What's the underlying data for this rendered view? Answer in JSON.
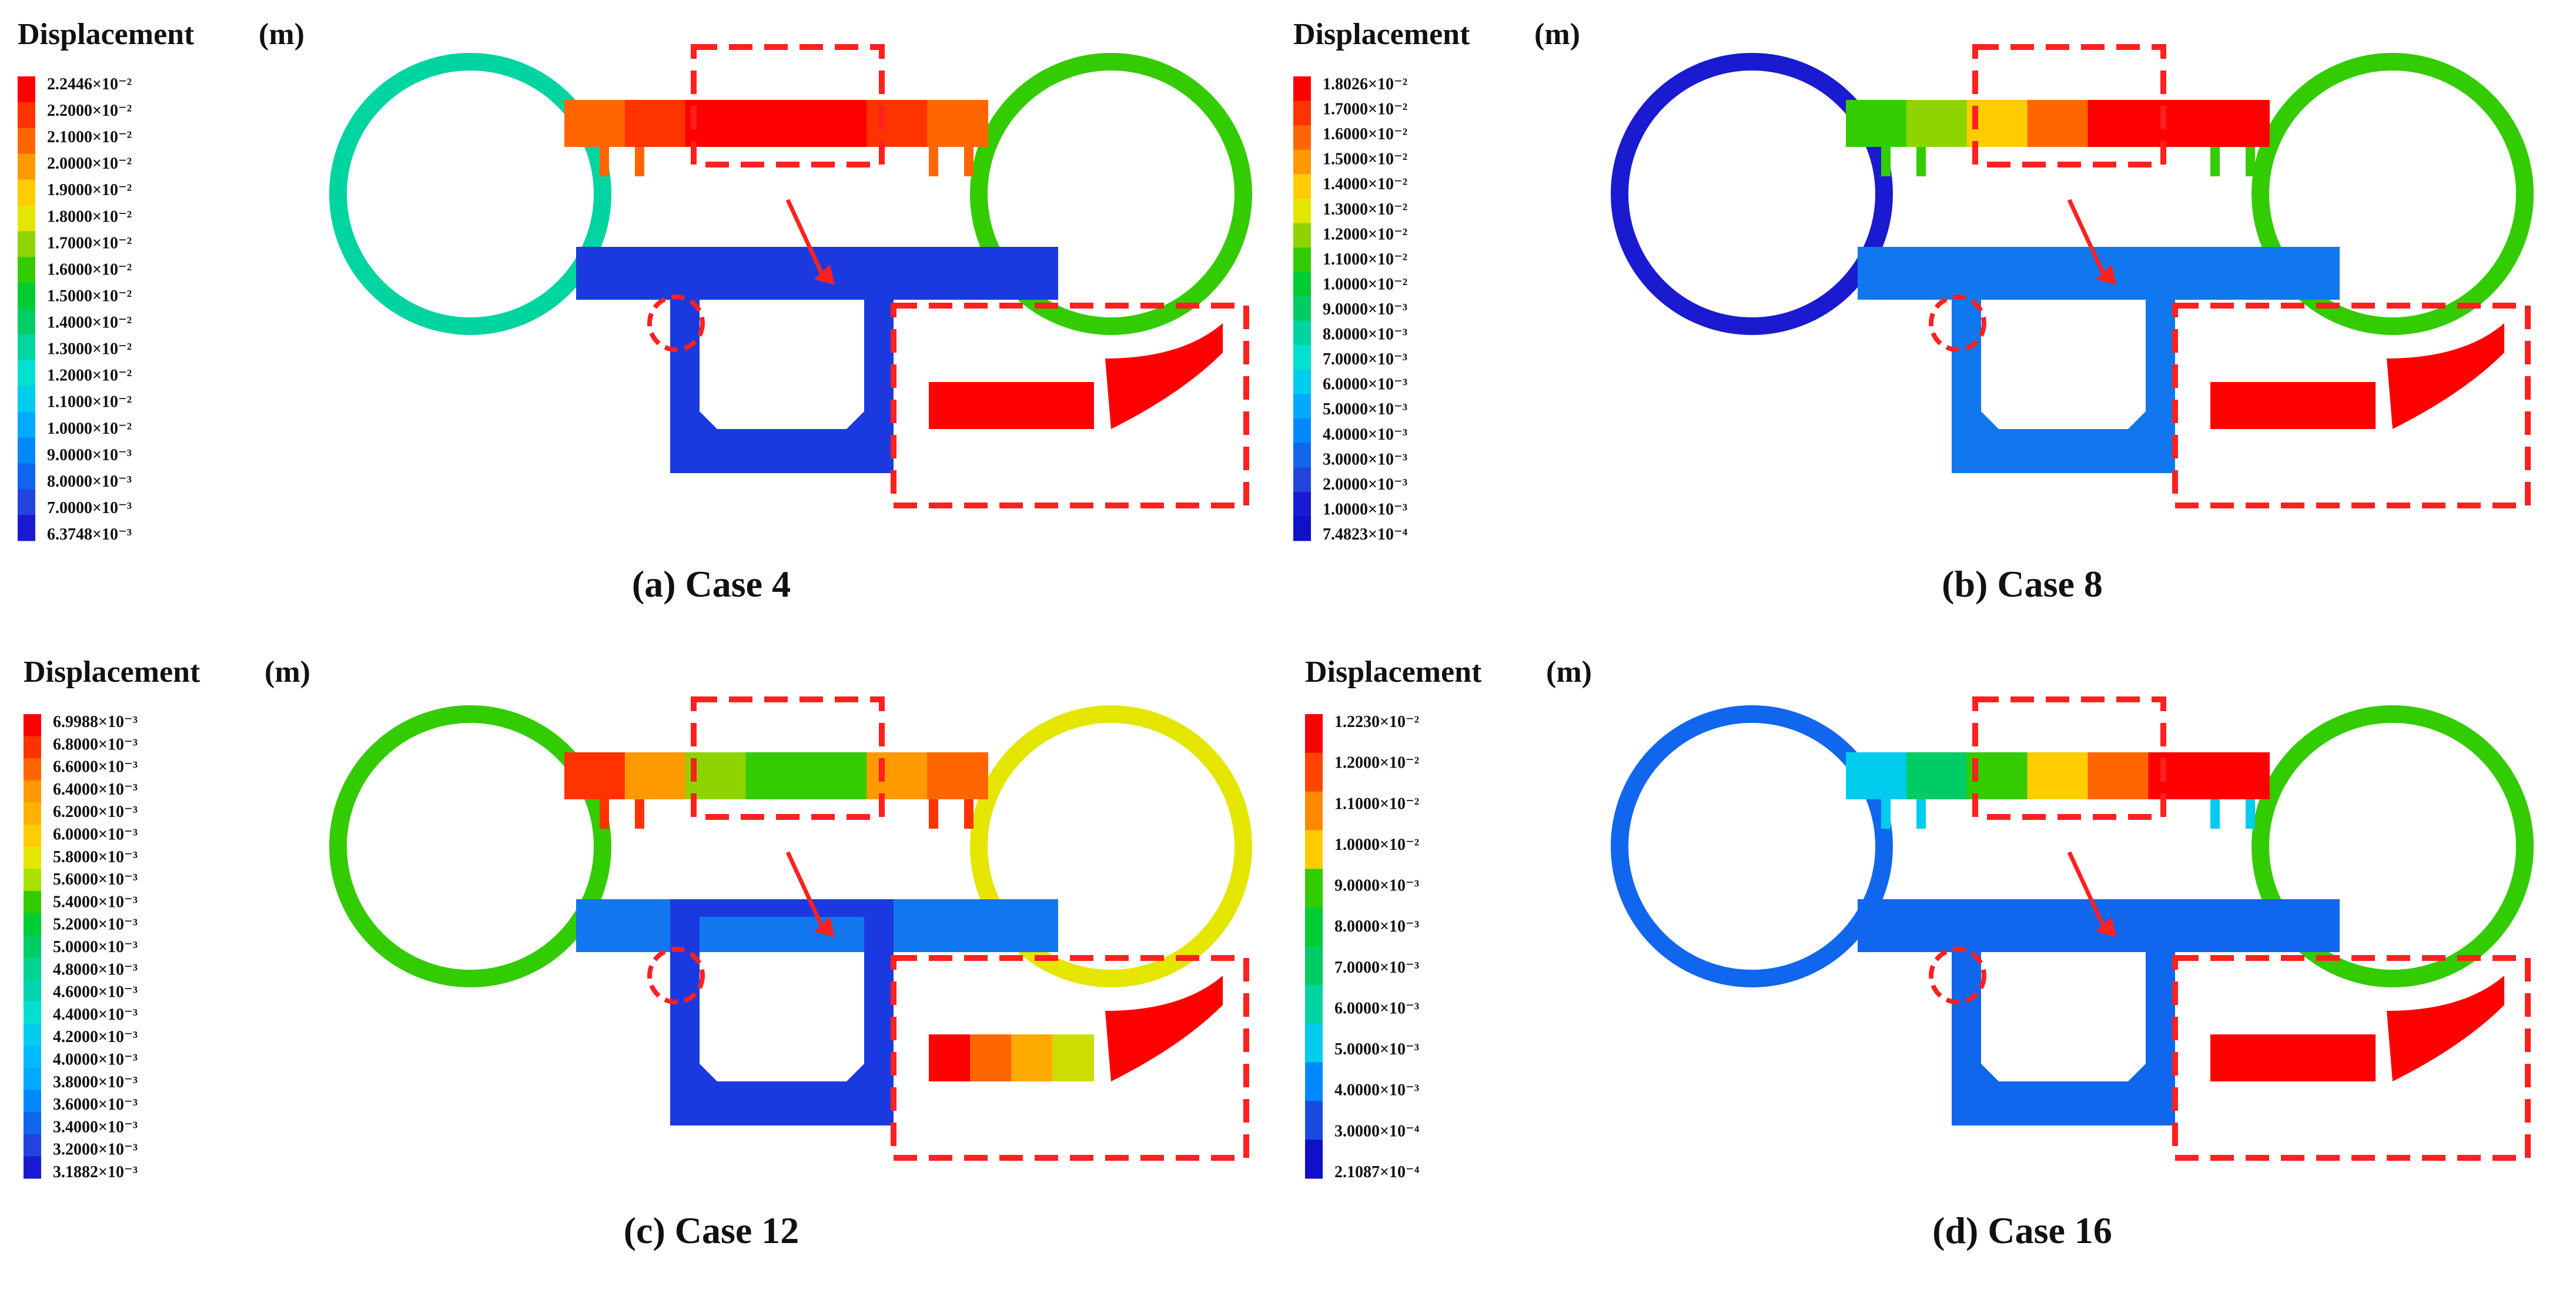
{
  "colors": {
    "highlight": "#ff2020",
    "background": "#ffffff"
  },
  "panels": [
    {
      "id": "a",
      "caption": "(a) Case 4",
      "legend_title": "Displacement",
      "legend_unit": "(m)",
      "legend_labels": [
        "2.2446×10⁻²",
        "2.2000×10⁻²",
        "2.1000×10⁻²",
        "2.0000×10⁻²",
        "1.9000×10⁻²",
        "1.8000×10⁻²",
        "1.7000×10⁻²",
        "1.6000×10⁻²",
        "1.5000×10⁻²",
        "1.4000×10⁻²",
        "1.3000×10⁻²",
        "1.2000×10⁻²",
        "1.1000×10⁻²",
        "1.0000×10⁻²",
        "9.0000×10⁻³",
        "8.0000×10⁻³",
        "7.0000×10⁻³",
        "6.3748×10⁻³"
      ],
      "legend_colors": [
        "#ff0000",
        "#ff3300",
        "#ff6600",
        "#ff9900",
        "#ffcc00",
        "#e5e600",
        "#8fd400",
        "#33cc00",
        "#00cc33",
        "#00cc66",
        "#00d4a0",
        "#00e0d0",
        "#00ccee",
        "#00aaff",
        "#0088ff",
        "#1166ee",
        "#2244dd",
        "#1a1ad0"
      ],
      "top_slab_colors": [
        "#ff6600",
        "#ff3300",
        "#ff0000",
        "#ff0000",
        "#ff0000",
        "#ff3300",
        "#ff6600"
      ],
      "left_ring_color": "#00d4a0",
      "right_ring_color": "#33cc00",
      "box_color": "#1a3ae0",
      "bottom_slab_color": "#1a3ae0",
      "inset_colors": [
        "#ff0000"
      ]
    },
    {
      "id": "b",
      "caption": "(b) Case 8",
      "legend_title": "Displacement",
      "legend_unit": "(m)",
      "legend_labels": [
        "1.8026×10⁻²",
        "1.7000×10⁻²",
        "1.6000×10⁻²",
        "1.5000×10⁻²",
        "1.4000×10⁻²",
        "1.3000×10⁻²",
        "1.2000×10⁻²",
        "1.1000×10⁻²",
        "1.0000×10⁻²",
        "9.0000×10⁻³",
        "8.0000×10⁻³",
        "7.0000×10⁻³",
        "6.0000×10⁻³",
        "5.0000×10⁻³",
        "4.0000×10⁻³",
        "3.0000×10⁻³",
        "2.0000×10⁻³",
        "1.0000×10⁻³",
        "7.4823×10⁻⁴"
      ],
      "legend_colors": [
        "#ff0000",
        "#ff3300",
        "#ff6600",
        "#ff9900",
        "#ffcc00",
        "#e5e600",
        "#8fd400",
        "#33cc00",
        "#00cc33",
        "#00cc66",
        "#00d4a0",
        "#00e0d0",
        "#00ccee",
        "#00aaff",
        "#0088ff",
        "#1166ee",
        "#2244dd",
        "#1a1ad0",
        "#1010c8"
      ],
      "top_slab_colors": [
        "#33cc00",
        "#8fd400",
        "#ffcc00",
        "#ff6600",
        "#ff0000",
        "#ff0000",
        "#ff0000"
      ],
      "left_ring_color": "#1a1ad0",
      "right_ring_color": "#33cc00",
      "box_color": "#1177ee",
      "bottom_slab_color": "#1177ee",
      "inset_colors": [
        "#ff0000"
      ]
    },
    {
      "id": "c",
      "caption": "(c) Case 12",
      "legend_title": "Displacement",
      "legend_unit": "(m)",
      "legend_labels": [
        "6.9988×10⁻³",
        "6.8000×10⁻³",
        "6.6000×10⁻³",
        "6.4000×10⁻³",
        "6.2000×10⁻³",
        "6.0000×10⁻³",
        "5.8000×10⁻³",
        "5.6000×10⁻³",
        "5.4000×10⁻³",
        "5.2000×10⁻³",
        "5.0000×10⁻³",
        "4.8000×10⁻³",
        "4.6000×10⁻³",
        "4.4000×10⁻³",
        "4.2000×10⁻³",
        "4.0000×10⁻³",
        "3.8000×10⁻³",
        "3.6000×10⁻³",
        "3.4000×10⁻³",
        "3.2000×10⁻³",
        "3.1882×10⁻³"
      ],
      "legend_colors": [
        "#ff0000",
        "#ff3300",
        "#ff6600",
        "#ff9900",
        "#ffb300",
        "#ffcc00",
        "#e5e600",
        "#a8e000",
        "#33cc00",
        "#00cc33",
        "#00cc66",
        "#00d490",
        "#00d4b0",
        "#00e0d0",
        "#00ccee",
        "#00bbff",
        "#00aaff",
        "#0088ff",
        "#1166ee",
        "#2244dd",
        "#1a1ad0"
      ],
      "top_slab_colors": [
        "#ff3300",
        "#ff9900",
        "#8fd400",
        "#33cc00",
        "#33cc00",
        "#ff9900",
        "#ff6600"
      ],
      "left_ring_color": "#33cc00",
      "right_ring_color": "#e5e600",
      "box_color": "#1a3ae0",
      "bottom_slab_color": "#1177ee",
      "inset_colors": [
        "#ff0000",
        "#ff6600",
        "#ffaa00",
        "#ccdd00"
      ]
    },
    {
      "id": "d",
      "caption": "(d) Case 16",
      "legend_title": "Displacement",
      "legend_unit": "(m)",
      "legend_labels": [
        "1.2230×10⁻²",
        "1.2000×10⁻²",
        "1.1000×10⁻²",
        "1.0000×10⁻²",
        "9.0000×10⁻³",
        "8.0000×10⁻³",
        "7.0000×10⁻³",
        "6.0000×10⁻³",
        "5.0000×10⁻³",
        "4.0000×10⁻³",
        "3.0000×10⁻⁴",
        "2.1087×10⁻⁴"
      ],
      "legend_colors": [
        "#ff0000",
        "#ff4400",
        "#ff8800",
        "#ffcc00",
        "#33cc00",
        "#00cc33",
        "#00cc66",
        "#00d4a0",
        "#00ccee",
        "#0088ff",
        "#1a4ae0",
        "#1010c8"
      ],
      "top_slab_colors": [
        "#00ccee",
        "#00cc66",
        "#33cc00",
        "#ffcc00",
        "#ff6600",
        "#ff0000",
        "#ff0000"
      ],
      "left_ring_color": "#1166ee",
      "right_ring_color": "#33cc00",
      "box_color": "#1166ee",
      "bottom_slab_color": "#1166ee",
      "inset_colors": [
        "#ff0000"
      ]
    }
  ]
}
